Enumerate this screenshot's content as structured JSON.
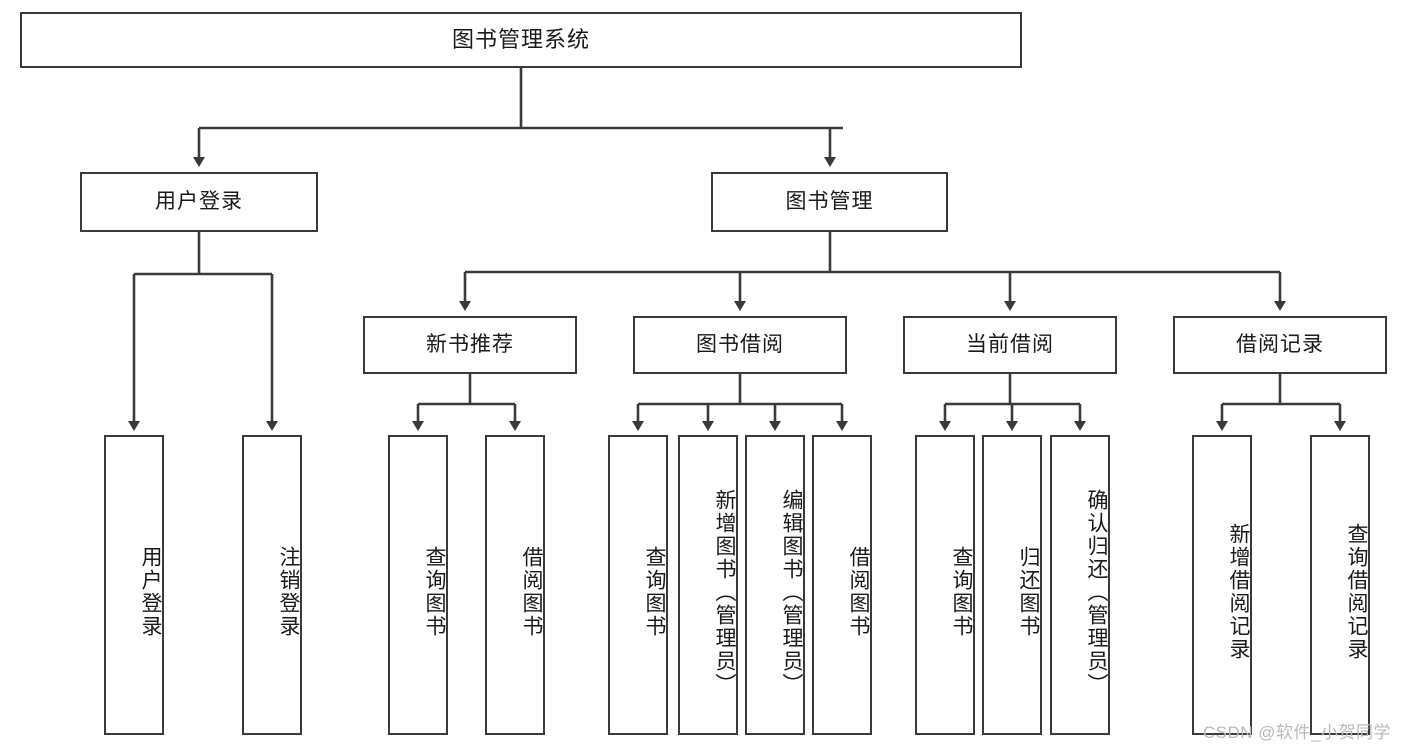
{
  "diagram": {
    "type": "functional-decomposition-tree",
    "title": "图书管理系统",
    "orientation": "top-down",
    "colors": {
      "box_border": "#3a3a3a",
      "box_fill": "#ffffff",
      "connector": "#3a3a3a",
      "text": "#1a1a1a",
      "watermark": "#b9b9b9",
      "background": "#ffffff"
    },
    "root": {
      "id": "root",
      "label": "图书管理系统"
    },
    "level2": [
      {
        "id": "user-login",
        "label": "用户登录"
      },
      {
        "id": "book-manage",
        "label": "图书管理"
      }
    ],
    "level3": [
      {
        "id": "new-book-rec",
        "label": "新书推荐",
        "parent": "book-manage"
      },
      {
        "id": "book-borrow",
        "label": "图书借阅",
        "parent": "book-manage"
      },
      {
        "id": "current-borrow",
        "label": "当前借阅",
        "parent": "book-manage"
      },
      {
        "id": "borrow-record",
        "label": "借阅记录",
        "parent": "book-manage"
      }
    ],
    "leaves": [
      {
        "id": "leaf-user-login",
        "label": "用户登录",
        "parent": "user-login"
      },
      {
        "id": "leaf-logout",
        "label": "注销登录",
        "parent": "user-login"
      },
      {
        "id": "leaf-rec-query",
        "label": "查询图书",
        "parent": "new-book-rec"
      },
      {
        "id": "leaf-rec-borrow",
        "label": "借阅图书",
        "parent": "new-book-rec"
      },
      {
        "id": "leaf-borrow-query",
        "label": "查询图书",
        "parent": "book-borrow"
      },
      {
        "id": "leaf-borrow-add",
        "label": "新增图书（管理员）",
        "parent": "book-borrow"
      },
      {
        "id": "leaf-borrow-edit",
        "label": "编辑图书（管理员）",
        "parent": "book-borrow"
      },
      {
        "id": "leaf-borrow-do",
        "label": "借阅图书",
        "parent": "book-borrow"
      },
      {
        "id": "leaf-cur-query",
        "label": "查询图书",
        "parent": "current-borrow"
      },
      {
        "id": "leaf-cur-return",
        "label": "归还图书",
        "parent": "current-borrow"
      },
      {
        "id": "leaf-cur-confirm",
        "label": "确认归还（管理员）",
        "parent": "current-borrow"
      },
      {
        "id": "leaf-rec-add",
        "label": "新增借阅记录",
        "parent": "borrow-record"
      },
      {
        "id": "leaf-rec-query-record",
        "label": "查询借阅记录",
        "parent": "borrow-record"
      }
    ]
  },
  "watermark": {
    "text": "CSDN @软件_小贺同学"
  }
}
